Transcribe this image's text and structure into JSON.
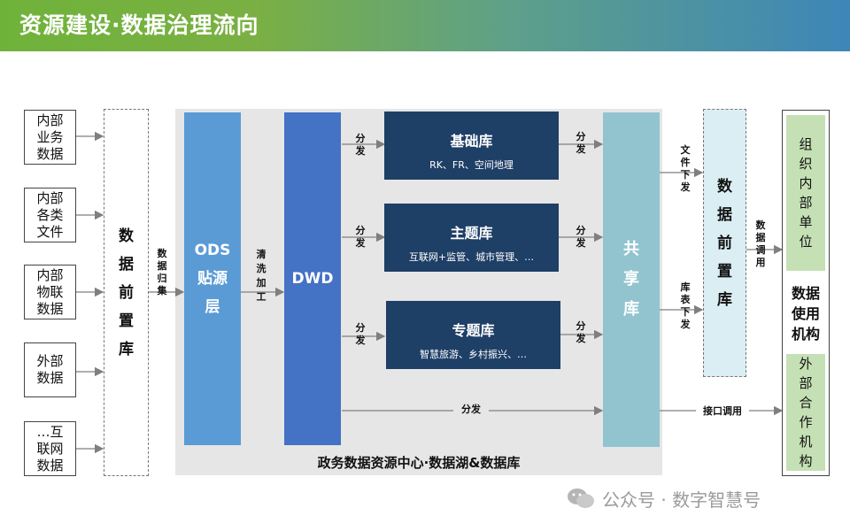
{
  "header": {
    "title": "资源建设·数据治理流向"
  },
  "sources": [
    {
      "label": "内部\n业务\n数据"
    },
    {
      "label": "内部\n各类\n文件"
    },
    {
      "label": "内部\n物联\n数据"
    },
    {
      "label": "外部\n数据"
    },
    {
      "label": "…互\n联网\n数据"
    }
  ],
  "front_store_left": {
    "label": "数\n据\n前\n置\n库"
  },
  "collect_label": "数\n据\n归\n集",
  "ods": {
    "label": "ODS\n贴源\n层"
  },
  "clean_label": "清\n洗\n加\n工",
  "dwd": {
    "label": "DWD"
  },
  "distribute_label": "分\n发",
  "stores": [
    {
      "title": "基础库",
      "subtitle": "RK、FR、空间地理"
    },
    {
      "title": "主题库",
      "subtitle": "互联网+监管、城市管理、…"
    },
    {
      "title": "专题库",
      "subtitle": "智慧旅游、乡村振兴、…"
    }
  ],
  "bottom_distribute": "分发",
  "share_store": {
    "label": "共\n享\n库"
  },
  "center_caption": "政务数据资源中心·数据湖&数据库",
  "file_distribute": "文\n件\n下\n发",
  "table_distribute": "库\n表\n下\n发",
  "front_store_right": {
    "label": "数\n据\n前\n置\n库"
  },
  "data_call": "数\n据\n调\n用",
  "api_call": "接口调用",
  "consumers": {
    "internal": "组\n织\n内\n部\n单\n位",
    "title": "数据\n使用\n机构",
    "external": "外\n部\n合\n作\n机\n构"
  },
  "watermark": "公众号 · 数字智慧号",
  "colors": {
    "header_start": "#6fb23a",
    "header_end": "#3d86b8",
    "ods": "#5b9bd5",
    "dwd": "#4472c4",
    "store_dark": "#1e3f66",
    "share": "#92c4cf",
    "front_right_bg": "#dbeef3",
    "consumer_green": "#c5e0b4"
  }
}
